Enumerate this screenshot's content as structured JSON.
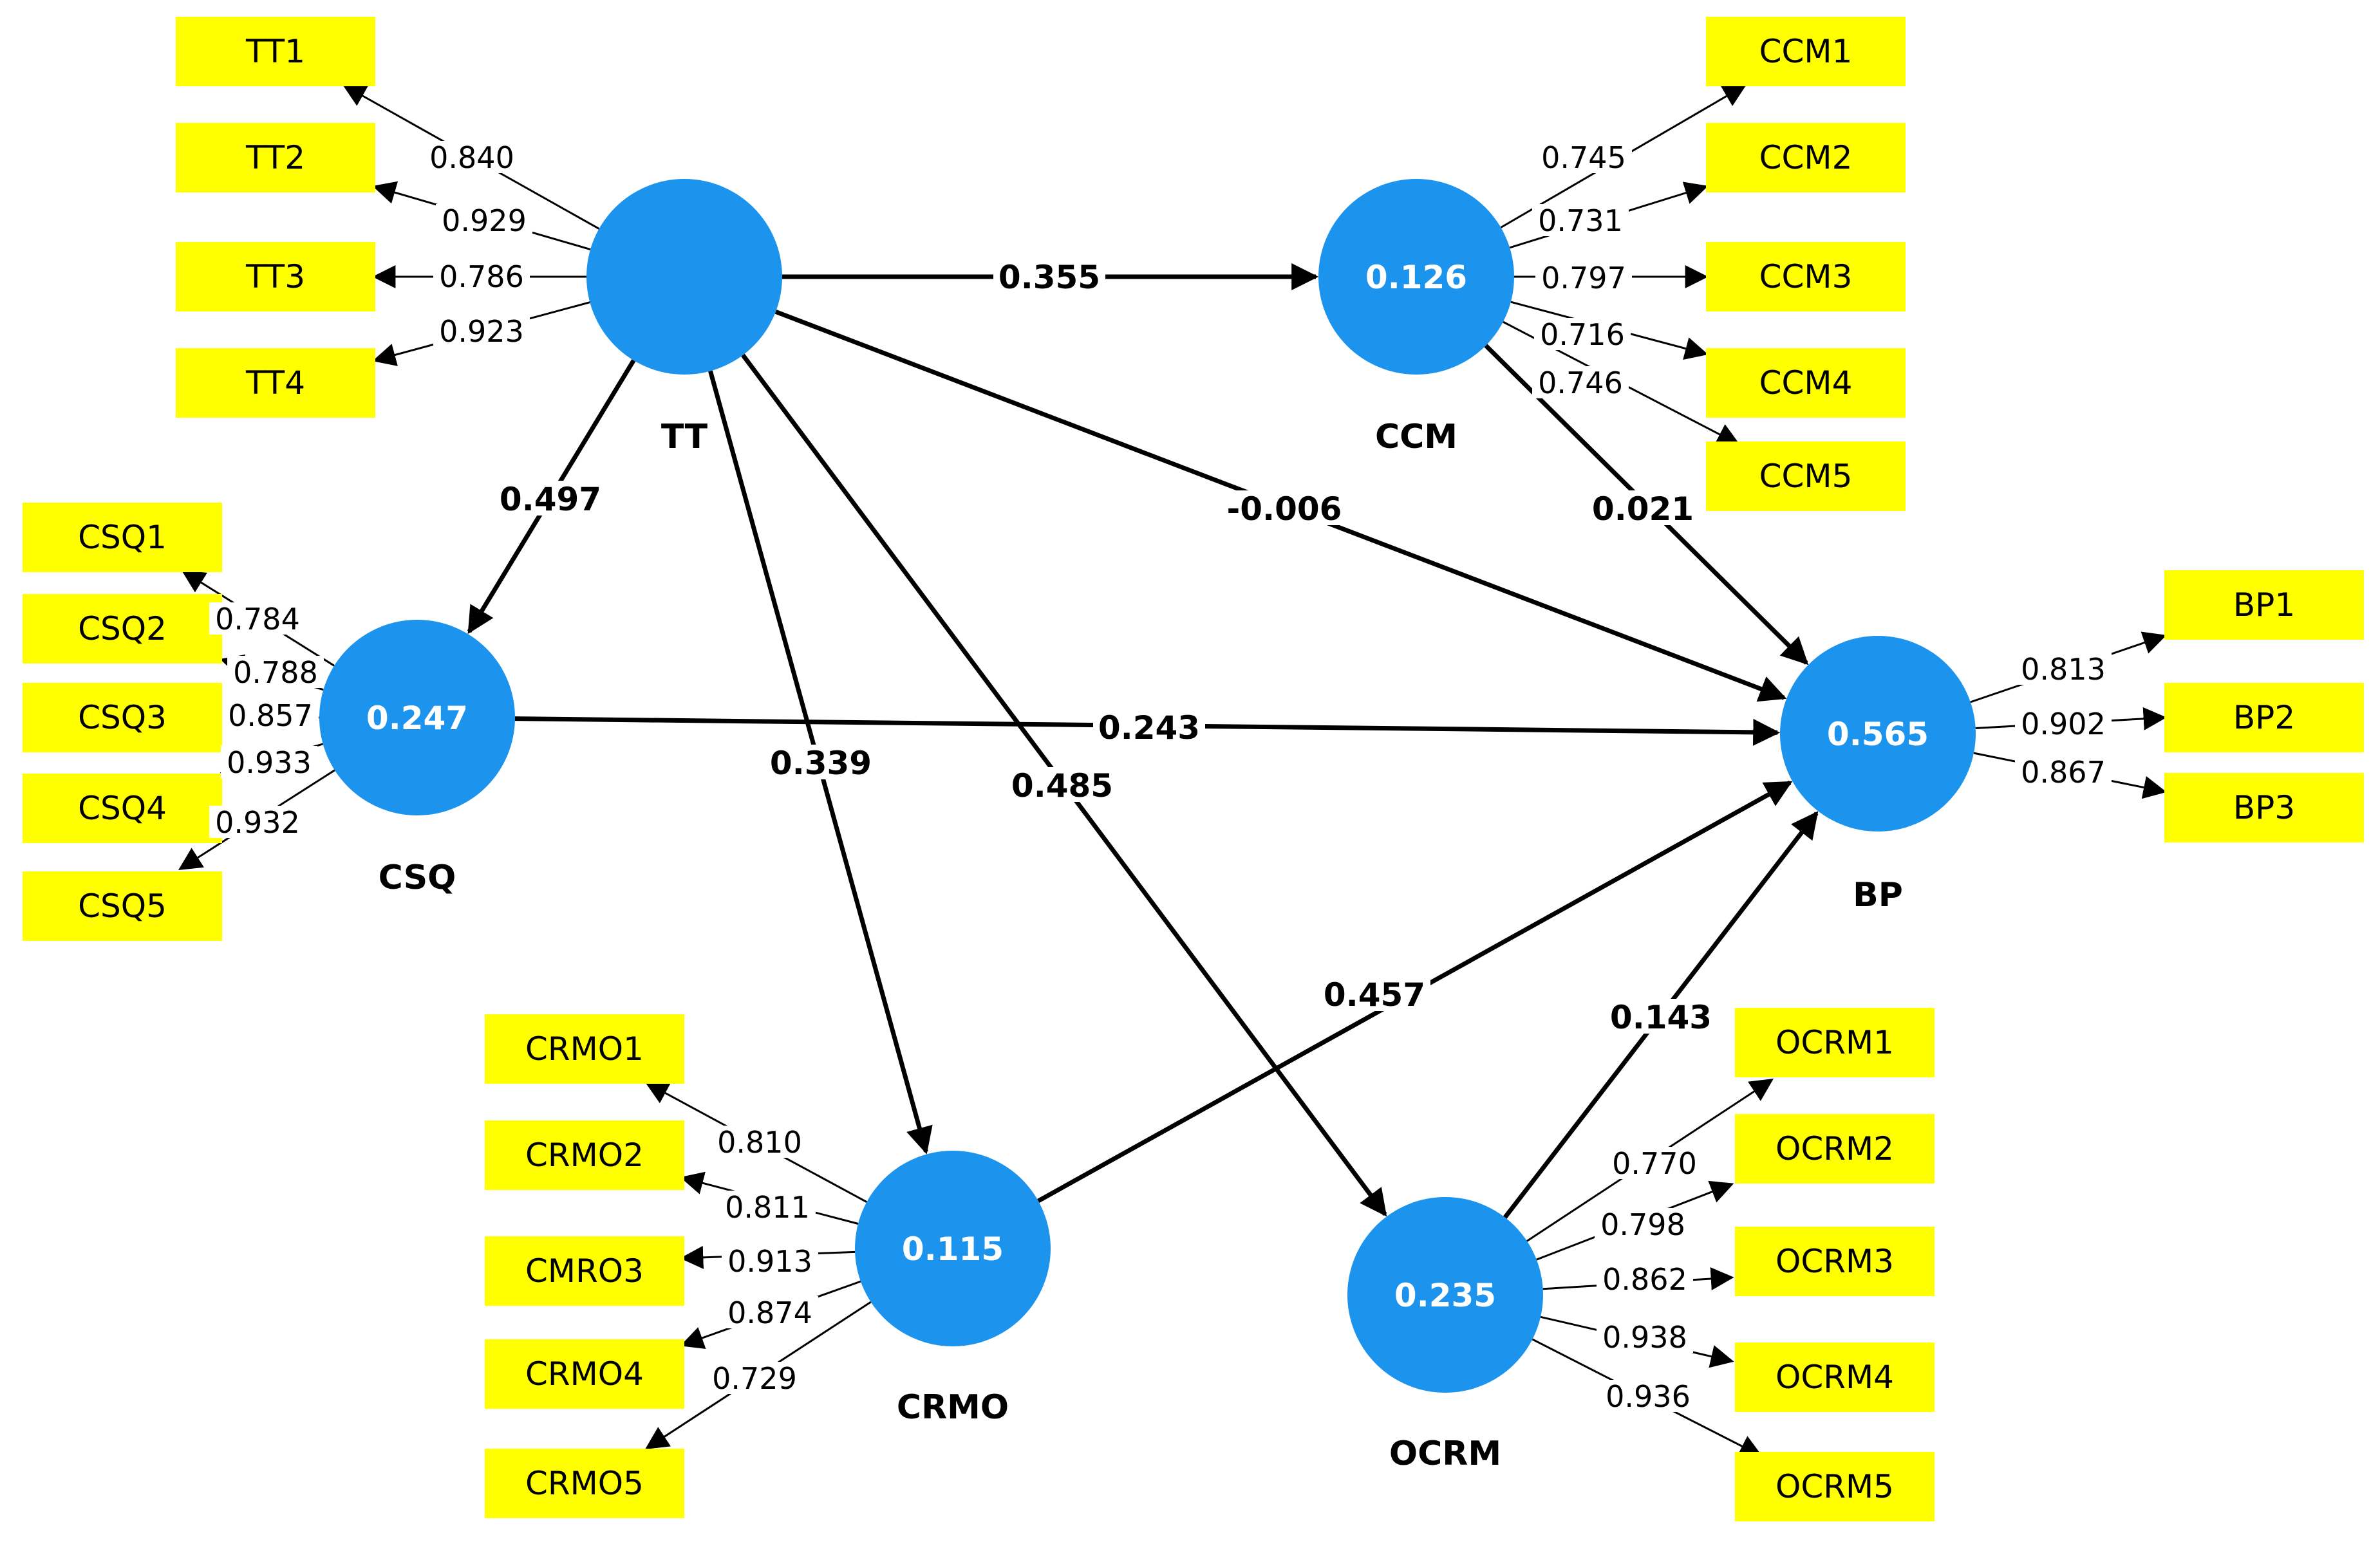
{
  "constructs": {
    "TT": {
      "name": "TT",
      "r2": ""
    },
    "CCM": {
      "name": "CCM",
      "r2": "0.126"
    },
    "CSQ": {
      "name": "CSQ",
      "r2": "0.247"
    },
    "BP": {
      "name": "BP",
      "r2": "0.565"
    },
    "CRMO": {
      "name": "CRMO",
      "r2": "0.115"
    },
    "OCRM": {
      "name": "OCRM",
      "r2": "0.235"
    }
  },
  "paths": [
    {
      "from": "TT",
      "to": "CCM",
      "coef": "0.355"
    },
    {
      "from": "TT",
      "to": "BP",
      "coef": "-0.006"
    },
    {
      "from": "TT",
      "to": "CSQ",
      "coef": "0.497"
    },
    {
      "from": "TT",
      "to": "CRMO",
      "coef": "0.339"
    },
    {
      "from": "TT",
      "to": "OCRM",
      "coef": "0.485"
    },
    {
      "from": "CCM",
      "to": "BP",
      "coef": "0.021"
    },
    {
      "from": "CSQ",
      "to": "BP",
      "coef": "0.243"
    },
    {
      "from": "CRMO",
      "to": "BP",
      "coef": "0.457"
    },
    {
      "from": "OCRM",
      "to": "BP",
      "coef": "0.143"
    }
  ],
  "indicators": {
    "TT": [
      {
        "label": "TT1",
        "loading": "0.840"
      },
      {
        "label": "TT2",
        "loading": "0.929"
      },
      {
        "label": "TT3",
        "loading": "0.786"
      },
      {
        "label": "TT4",
        "loading": "0.923"
      }
    ],
    "CCM": [
      {
        "label": "CCM1",
        "loading": "0.745"
      },
      {
        "label": "CCM2",
        "loading": "0.731"
      },
      {
        "label": "CCM3",
        "loading": "0.797"
      },
      {
        "label": "CCM4",
        "loading": "0.716"
      },
      {
        "label": "CCM5",
        "loading": "0.746"
      }
    ],
    "CSQ": [
      {
        "label": "CSQ1",
        "loading": "0.784"
      },
      {
        "label": "CSQ2",
        "loading": "0.788"
      },
      {
        "label": "CSQ3",
        "loading": "0.857"
      },
      {
        "label": "CSQ4",
        "loading": "0.933"
      },
      {
        "label": "CSQ5",
        "loading": "0.932"
      }
    ],
    "BP": [
      {
        "label": "BP1",
        "loading": "0.813"
      },
      {
        "label": "BP2",
        "loading": "0.902"
      },
      {
        "label": "BP3",
        "loading": "0.867"
      }
    ],
    "CRMO": [
      {
        "label": "CRMO1",
        "loading": "0.810"
      },
      {
        "label": "CRMO2",
        "loading": "0.811"
      },
      {
        "label": "CMRO3",
        "loading": "0.913"
      },
      {
        "label": "CRMO4",
        "loading": "0.874"
      },
      {
        "label": "CRMO5",
        "loading": "0.729"
      }
    ],
    "OCRM": [
      {
        "label": "OCRM1",
        "loading": "0.770"
      },
      {
        "label": "OCRM2",
        "loading": "0.798"
      },
      {
        "label": "OCRM3",
        "loading": "0.862"
      },
      {
        "label": "OCRM4",
        "loading": "0.938"
      },
      {
        "label": "OCRM5",
        "loading": "0.936"
      }
    ]
  },
  "colors": {
    "construct_fill": "#1c93ec",
    "indicator_fill": "#ffff00",
    "line": "#000000",
    "r2_text": "#ffffff"
  }
}
